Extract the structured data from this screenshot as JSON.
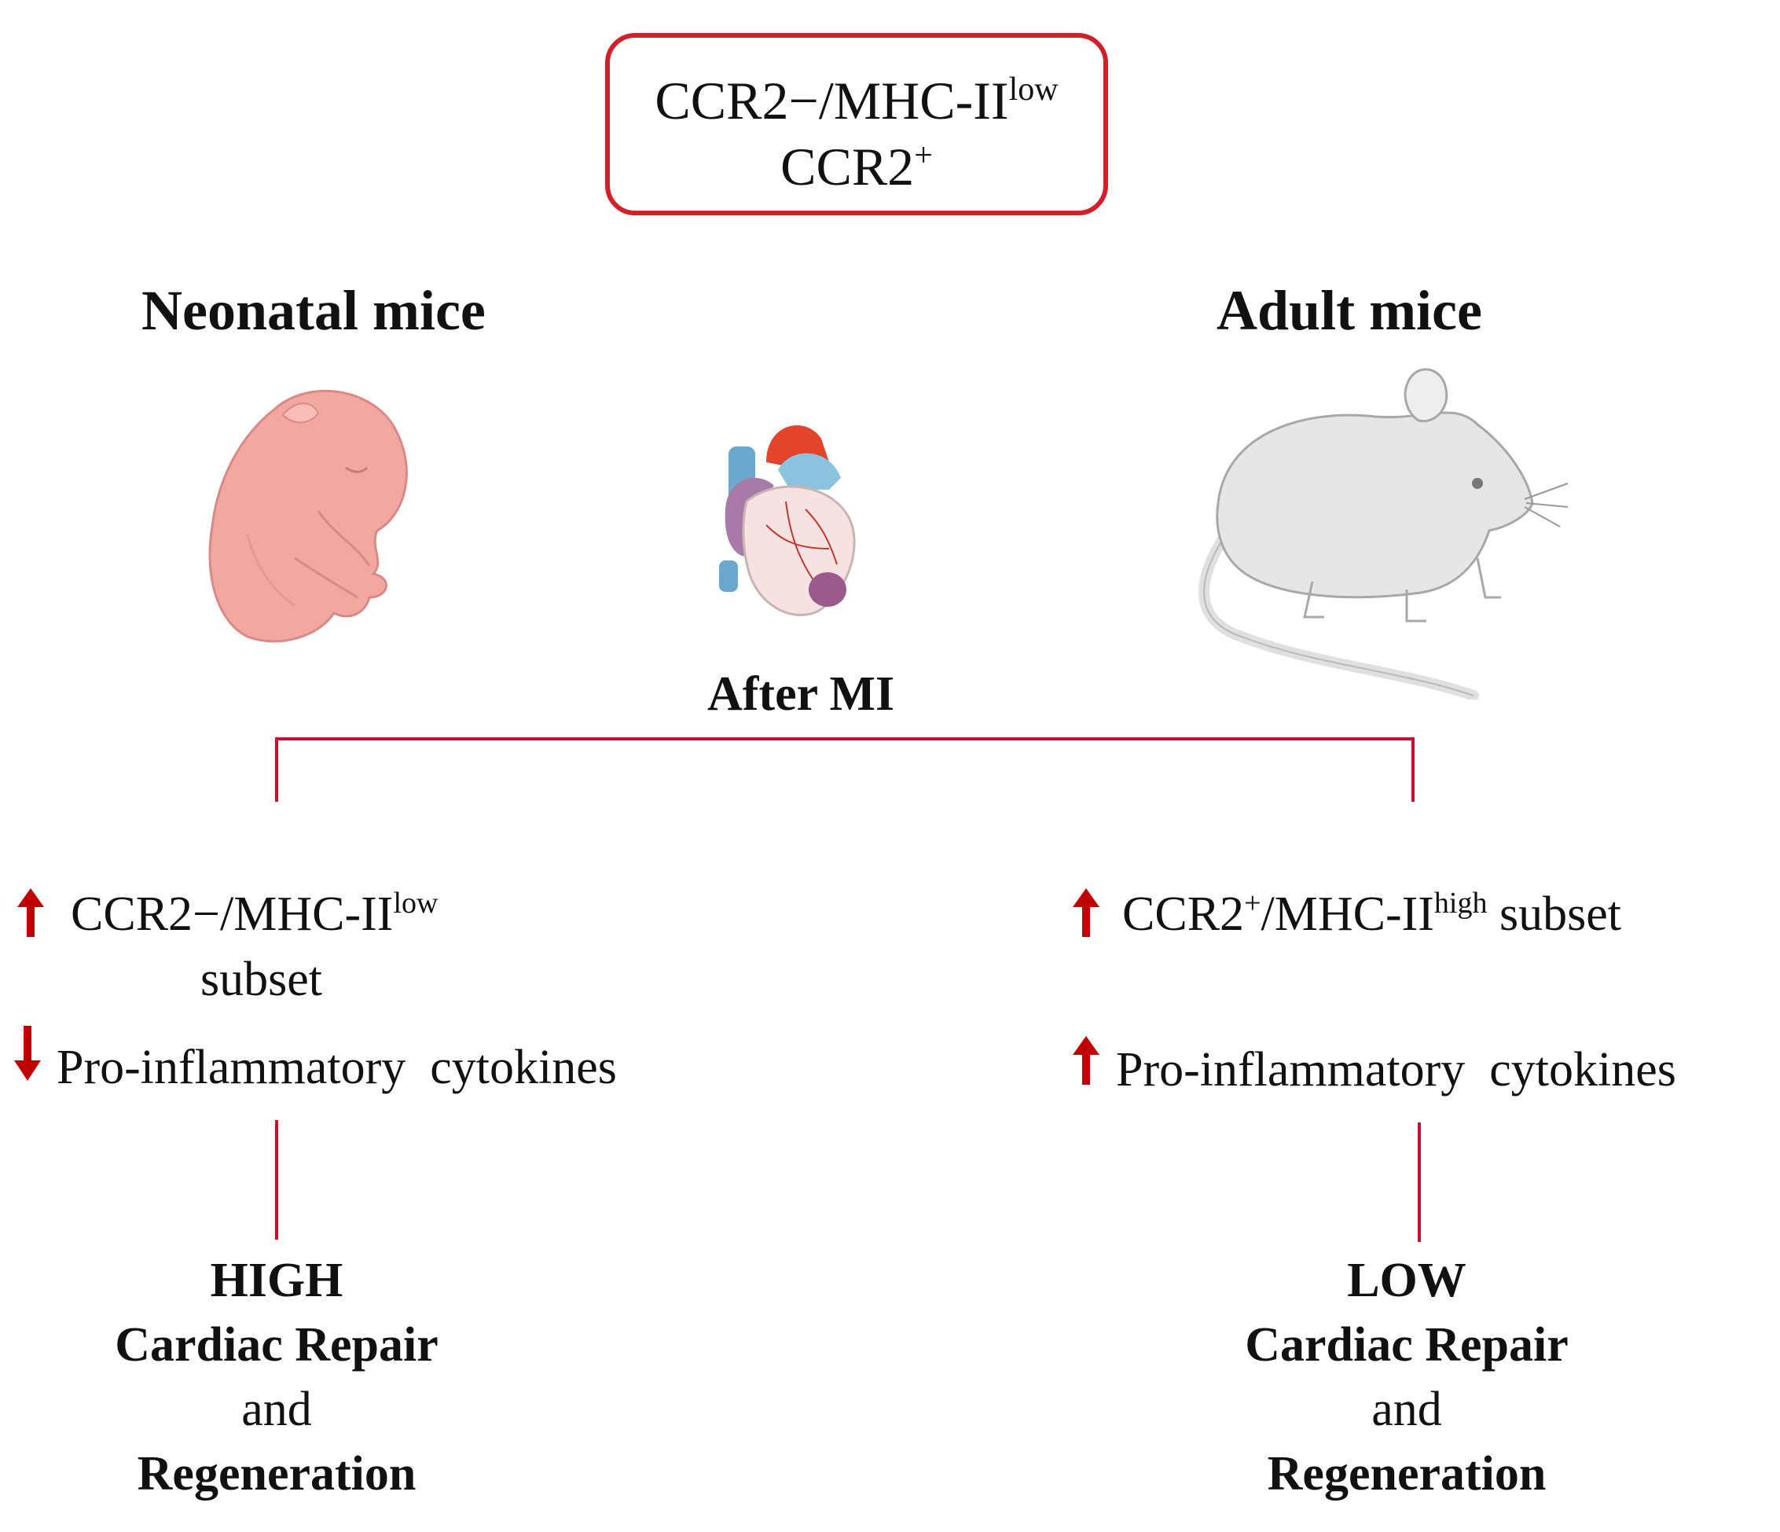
{
  "top_box": {
    "line1_base": "CCR2−/MHC-II",
    "line1_sup": "low",
    "line2_base": "CCR2",
    "line2_sup": "+"
  },
  "left": {
    "title": "Neonatal mice",
    "subset_line1_base": "CCR2−/MHC-II",
    "subset_line1_sup": "low",
    "subset_line2": "subset",
    "cytokines": "Pro-inflammatory  cytokines",
    "outcome_level": "HIGH",
    "outcome_line2": "Cardiac Repair",
    "outcome_line3": "and",
    "outcome_line4": "Regeneration"
  },
  "right": {
    "title": "Adult mice",
    "subset_base1": "CCR2",
    "subset_sup1": "+",
    "subset_base2": "/MHC-II",
    "subset_sup2": "high",
    "subset_tail": " subset",
    "cytokines": "Pro-inflammatory  cytokines",
    "outcome_level": "LOW",
    "outcome_line2": "Cardiac Repair",
    "outcome_line3": "and",
    "outcome_line4": "Regeneration"
  },
  "center": {
    "after_label": "After MI"
  },
  "colors": {
    "accent_red": "#d0212a",
    "arrow_red": "#c00000",
    "pup_pink": "#f2a7a3",
    "mouse_gray": "#e6e6e6",
    "heart_red": "#e3452c",
    "heart_blue": "#8cc3de",
    "heart_purple": "#a77aa8"
  },
  "icons": {
    "pup": "neonatal-mouse-illustration",
    "heart": "heart-illustration",
    "adult": "adult-mouse-illustration"
  }
}
